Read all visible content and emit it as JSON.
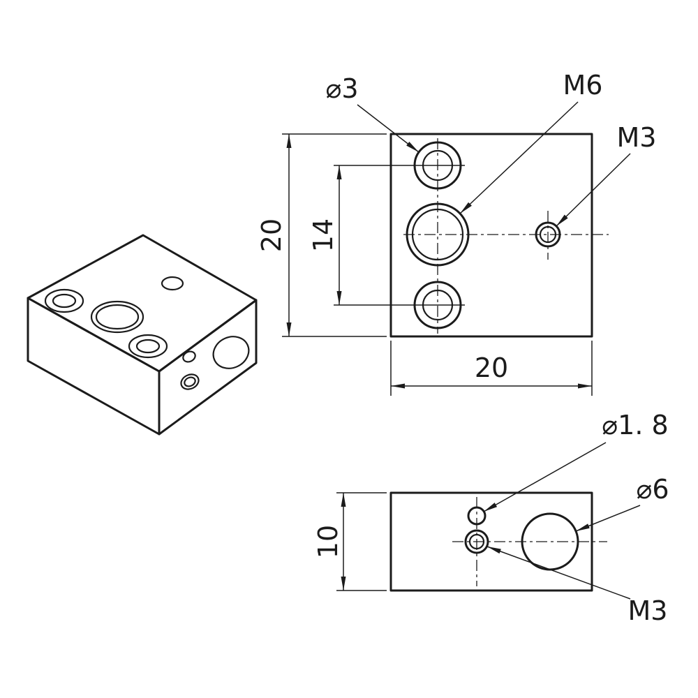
{
  "drawing": {
    "type": "mechanical-part-drawing",
    "front": {
      "labels": {
        "d3": "⌀3",
        "m6": "M6",
        "m3": "M3"
      },
      "dims": {
        "height": "20",
        "spacing": "14",
        "width": "20"
      }
    },
    "side": {
      "labels": {
        "d18": "⌀1. 8",
        "d6": "⌀6",
        "m3": "M3"
      },
      "dims": {
        "height": "10"
      }
    },
    "colors": {
      "line": "#1b1b1b",
      "background": "#ffffff"
    }
  }
}
